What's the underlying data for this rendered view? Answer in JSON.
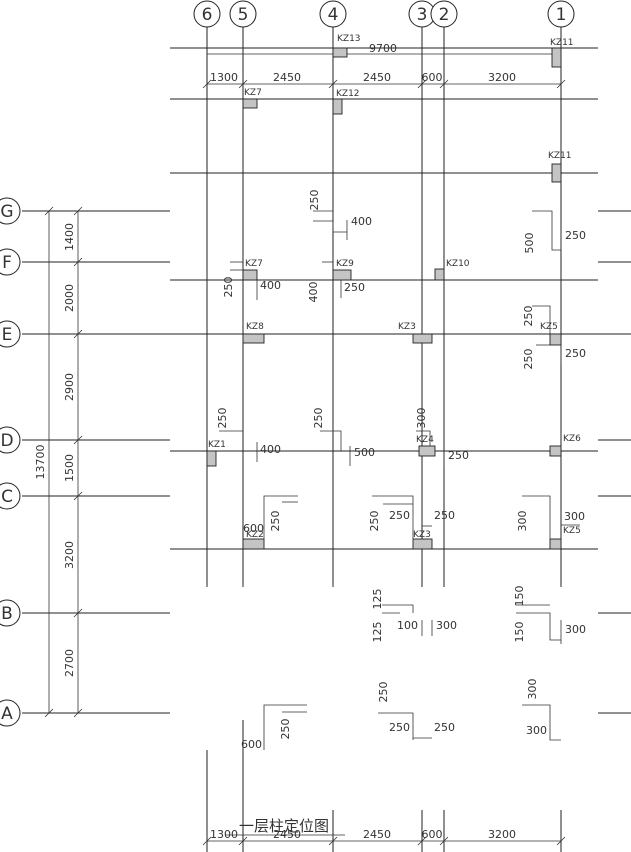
{
  "drawing": {
    "title": "一层柱定位图",
    "axes_x": [
      "6",
      "5",
      "4",
      "3",
      "2",
      "1"
    ],
    "axes_y": [
      "G",
      "F",
      "E",
      "D",
      "C",
      "B",
      "A"
    ],
    "dims_top": [
      "9700",
      "1300",
      "2450",
      "2450",
      "600",
      "3200"
    ],
    "dims_bottom": [
      "1300",
      "2450",
      "2450",
      "600",
      "3200"
    ],
    "dims_left": [
      "1400",
      "2000",
      "2900",
      "1500",
      "3200",
      "2700"
    ],
    "dim_total_left": "13700",
    "columns": [
      "KZ13",
      "KZ11",
      "KZ7",
      "KZ12",
      "KZ11",
      "KZ7",
      "KZ9",
      "KZ10",
      "KZ8",
      "KZ3",
      "KZ5",
      "KZ1",
      "KZ4",
      "KZ6",
      "KZ2",
      "KZ3",
      "KZ5"
    ],
    "offsets": [
      "250",
      "400",
      "500",
      "250",
      "250",
      "400",
      "400",
      "250",
      "250",
      "250",
      "250",
      "250",
      "400",
      "250",
      "500",
      "300",
      "250",
      "250",
      "250",
      "250",
      "250",
      "250",
      "600",
      "250",
      "300",
      "300",
      "125",
      "125",
      "100",
      "300",
      "150",
      "150",
      "300",
      "250",
      "250",
      "250",
      "300",
      "300",
      "600",
      "250"
    ]
  }
}
